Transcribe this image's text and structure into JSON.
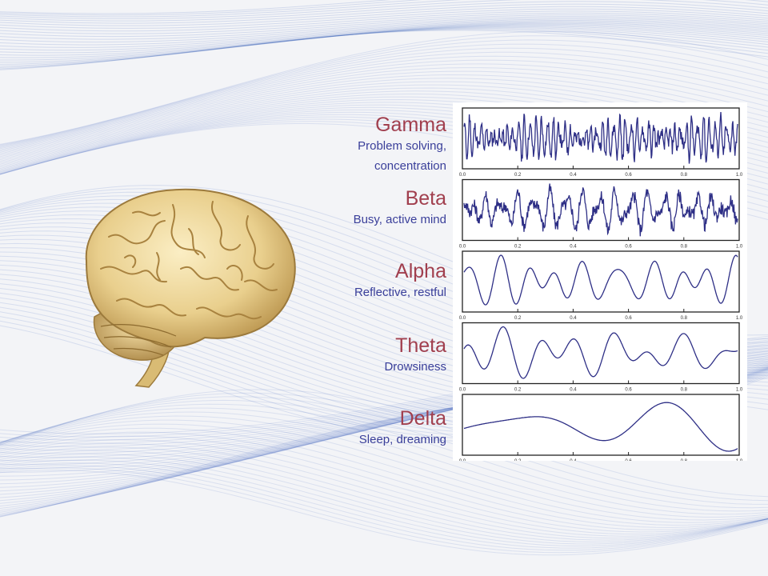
{
  "colors": {
    "label": "#a13f4e",
    "description": "#3a3f9a",
    "wave": "#2e2f86",
    "background_waves": "#2d55b7"
  },
  "waves": [
    {
      "name": "Gamma",
      "description": [
        "Problem solving,",
        "concentration"
      ]
    },
    {
      "name": "Beta",
      "description": [
        "Busy, active mind"
      ]
    },
    {
      "name": "Alpha",
      "description": [
        "Reflective, restful"
      ]
    },
    {
      "name": "Theta",
      "description": [
        "Drowsiness"
      ]
    },
    {
      "name": "Delta",
      "description": [
        "Sleep, dreaming"
      ]
    }
  ],
  "chart_data": {
    "type": "line",
    "x_ticks": [
      "0.0",
      "0.2",
      "0.4",
      "0.6",
      "0.8",
      "1.0"
    ],
    "xlim": [
      0,
      1
    ],
    "grid": false,
    "panels": [
      {
        "name": "Gamma",
        "freq": 60
      },
      {
        "name": "Beta",
        "freq": 22
      },
      {
        "name": "Alpha",
        "freq": 10
      },
      {
        "name": "Theta",
        "freq": 6
      },
      {
        "name": "Delta",
        "freq": 2
      }
    ]
  }
}
